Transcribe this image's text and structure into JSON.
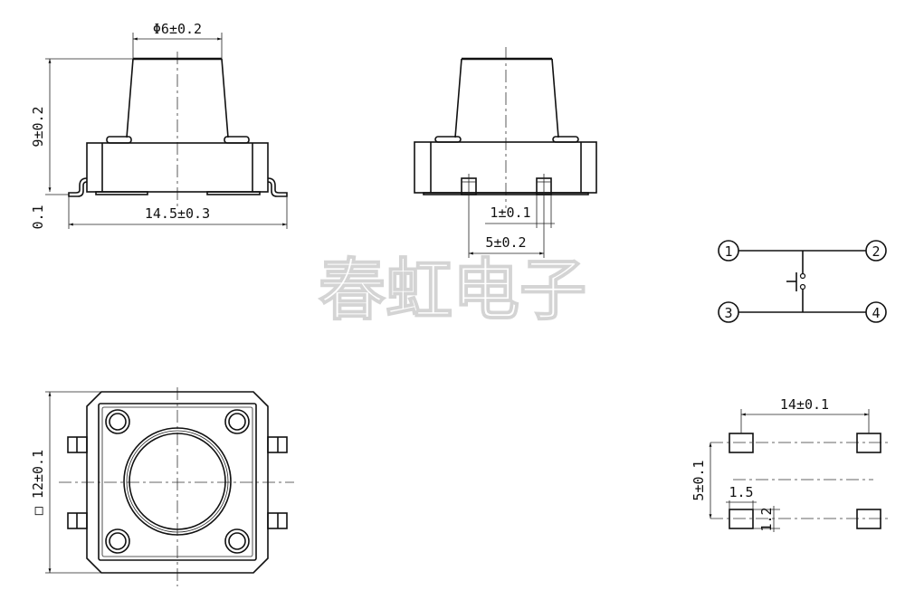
{
  "watermark": "春虹电子",
  "side_view": {
    "button_diameter": "Φ6±0.2",
    "height": "9±0.2",
    "standoff": "0.1",
    "width": "14.5±0.3"
  },
  "front_view": {
    "terminal_width": "1±0.1",
    "terminal_pitch": "5±0.2"
  },
  "top_view": {
    "body_size": "□ 12±0.1"
  },
  "schematic": {
    "pins": [
      "1",
      "2",
      "3",
      "4"
    ]
  },
  "footprint": {
    "pad_span": "14±0.1",
    "pad_pitch": "5±0.1",
    "pad_width": "1.5",
    "pad_height": "1.2"
  },
  "colors": {
    "line": "#111111",
    "watermark_outline": "#d4d4d4"
  }
}
